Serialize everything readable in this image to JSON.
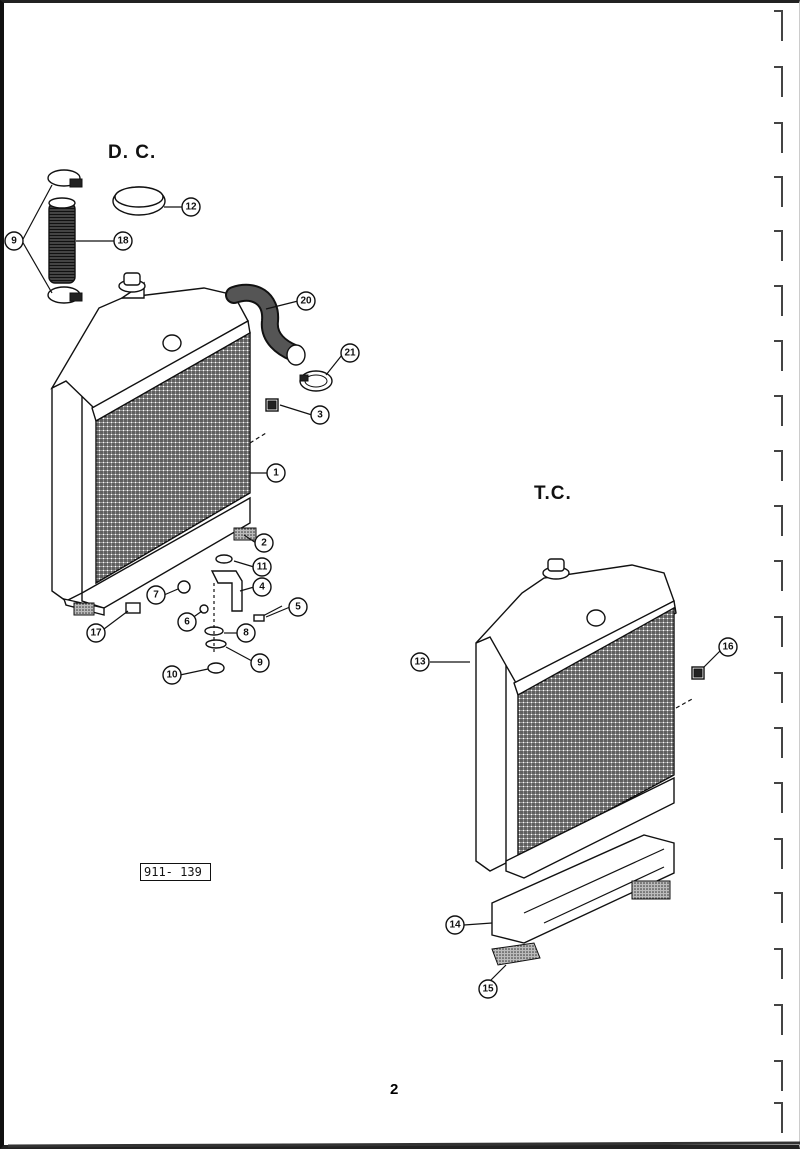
{
  "sections": {
    "dc_title": "D. C.",
    "tc_title": "T.C."
  },
  "reference": "911- 139",
  "page_number": "2",
  "callouts": [
    {
      "id": "c1",
      "label": "1"
    },
    {
      "id": "c2",
      "label": "2"
    },
    {
      "id": "c3",
      "label": "3"
    },
    {
      "id": "c4",
      "label": "4"
    },
    {
      "id": "c5",
      "label": "5"
    },
    {
      "id": "c6",
      "label": "6"
    },
    {
      "id": "c7",
      "label": "7"
    },
    {
      "id": "c8",
      "label": "8"
    },
    {
      "id": "c9a",
      "label": "9"
    },
    {
      "id": "c9b",
      "label": "9"
    },
    {
      "id": "c10",
      "label": "10"
    },
    {
      "id": "c11",
      "label": "11"
    },
    {
      "id": "c12",
      "label": "12"
    },
    {
      "id": "c13",
      "label": "13"
    },
    {
      "id": "c14",
      "label": "14"
    },
    {
      "id": "c15",
      "label": "15"
    },
    {
      "id": "c16",
      "label": "16"
    },
    {
      "id": "c17",
      "label": "17"
    },
    {
      "id": "c18",
      "label": "18"
    },
    {
      "id": "c20",
      "label": "20"
    },
    {
      "id": "c21",
      "label": "21"
    }
  ]
}
